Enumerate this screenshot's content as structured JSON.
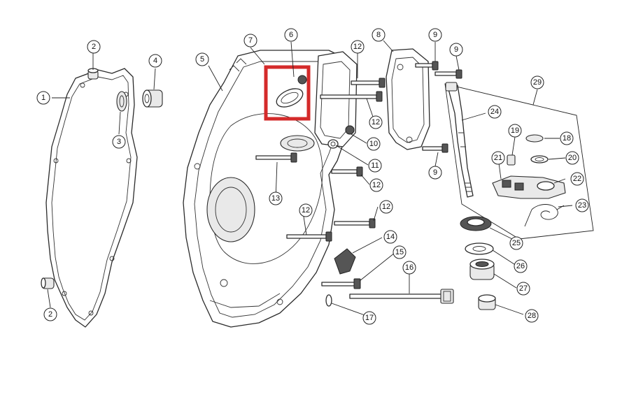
{
  "highlight": {
    "color": "#d42a2a"
  },
  "callouts": [
    {
      "label": "1"
    },
    {
      "label": "2"
    },
    {
      "label": "2"
    },
    {
      "label": "3"
    },
    {
      "label": "4"
    },
    {
      "label": "5"
    },
    {
      "label": "6"
    },
    {
      "label": "7"
    },
    {
      "label": "8"
    },
    {
      "label": "9"
    },
    {
      "label": "9"
    },
    {
      "label": "9"
    },
    {
      "label": "10"
    },
    {
      "label": "11"
    },
    {
      "label": "12"
    },
    {
      "label": "12"
    },
    {
      "label": "12"
    },
    {
      "label": "12"
    },
    {
      "label": "12"
    },
    {
      "label": "13"
    },
    {
      "label": "14"
    },
    {
      "label": "15"
    },
    {
      "label": "16"
    },
    {
      "label": "17"
    },
    {
      "label": "18"
    },
    {
      "label": "19"
    },
    {
      "label": "20"
    },
    {
      "label": "21"
    },
    {
      "label": "22"
    },
    {
      "label": "23"
    },
    {
      "label": "24"
    },
    {
      "label": "25"
    },
    {
      "label": "26"
    },
    {
      "label": "27"
    },
    {
      "label": "28"
    },
    {
      "label": "29"
    }
  ]
}
